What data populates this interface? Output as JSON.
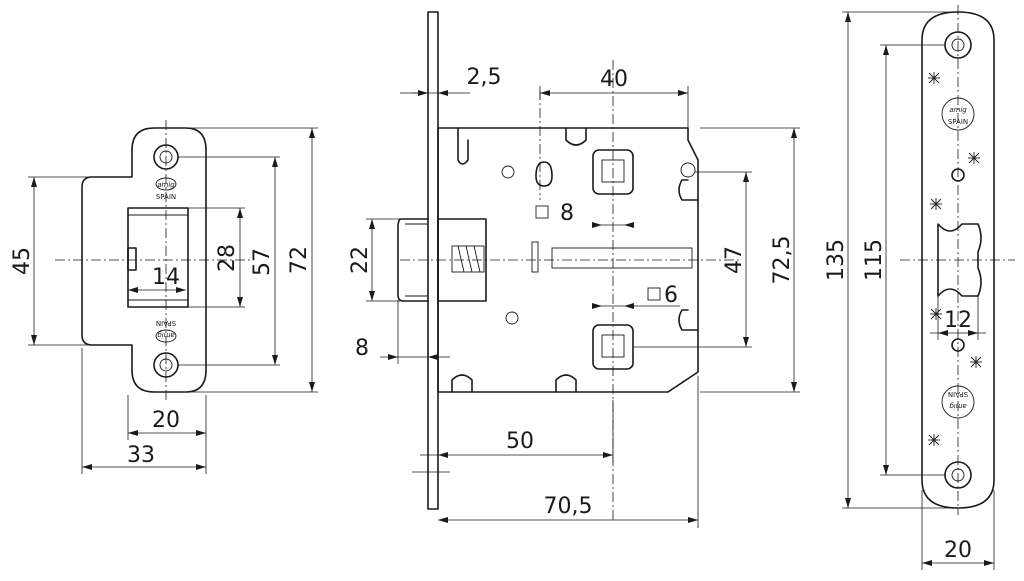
{
  "logo": {
    "mark": "amig",
    "text": "SPAIN"
  },
  "strike_plate": {
    "dims": {
      "height_outer": "72",
      "height_holes": "57",
      "height_body": "45",
      "height_window": "28",
      "window_width": "14",
      "plate_width": "20",
      "total_width": "33"
    }
  },
  "lock_body": {
    "dims": {
      "faceplate_thickness": "2,5",
      "spindle_to_cylinder": "40",
      "latch_height": "22",
      "latch_offset": "8",
      "square_top": "8",
      "square_bottom": "6",
      "follower_distance": "47",
      "case_height": "72,5",
      "backset": "50",
      "case_depth": "70,5"
    }
  },
  "faceplate": {
    "dims": {
      "length_total": "135",
      "length_holes": "115",
      "latch_width": "12",
      "width": "20"
    }
  }
}
